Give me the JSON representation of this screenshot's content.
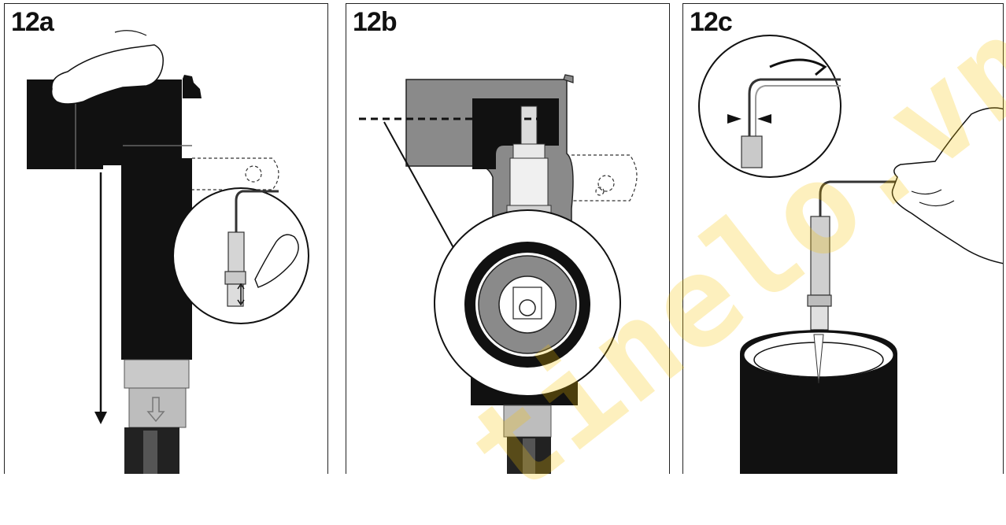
{
  "panels": [
    {
      "label": "12a"
    },
    {
      "label": "12b"
    },
    {
      "label": "12c"
    }
  ],
  "watermark": {
    "text": "tinelo.vn",
    "color": "#f9c400"
  },
  "colors": {
    "line": "#111111",
    "black": "#111111",
    "gray": "#8a8a8a",
    "light_gray": "#c9c9c9"
  }
}
